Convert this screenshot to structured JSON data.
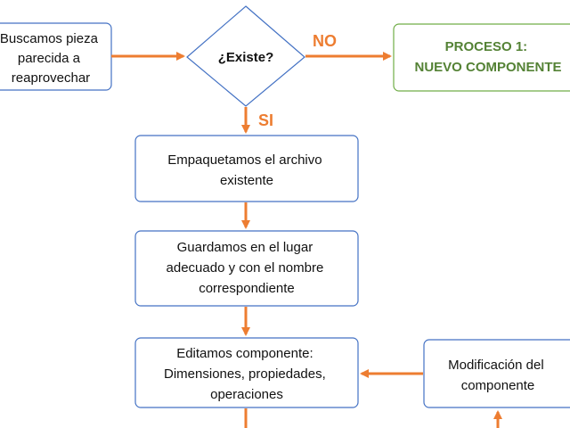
{
  "colors": {
    "box_border": "#4472c4",
    "arrow": "#ed7d31",
    "process_border": "#70ad47",
    "process_text": "#548235",
    "text": "#111111"
  },
  "nodes": {
    "search": [
      "Buscamos pieza",
      "parecida a",
      "reaprovechar"
    ],
    "decision": [
      "¿Existe?"
    ],
    "process1": [
      "PROCESO 1:",
      "NUEVO COMPONENTE"
    ],
    "package": [
      "Empaquetamos el archivo",
      "existente"
    ],
    "save": [
      "Guardamos en el lugar",
      "adecuado y con el nombre",
      "correspondiente"
    ],
    "edit": [
      "Editamos componente:",
      "Dimensiones, propiedades,",
      "operaciones"
    ],
    "modify": [
      "Modificación del",
      "componente"
    ]
  },
  "edges": {
    "no_label": "NO",
    "yes_label": "SI"
  }
}
